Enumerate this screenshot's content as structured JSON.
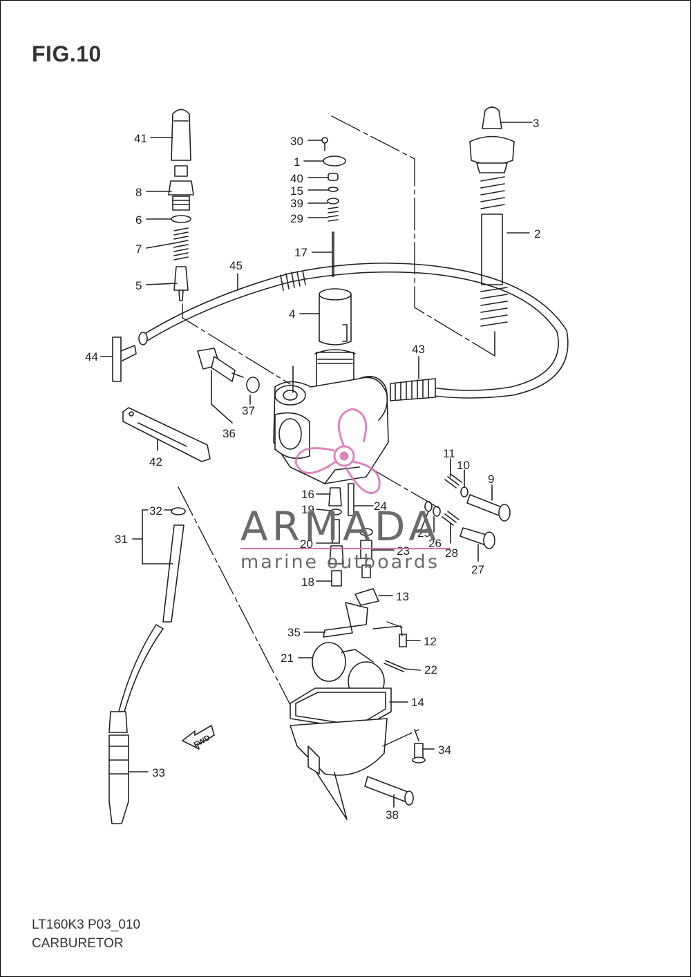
{
  "figure": {
    "title": "FIG.10"
  },
  "footer": {
    "code": "LT160K3 P03_010",
    "name": "CARBURETOR"
  },
  "watermark": {
    "brand": "ARMADA",
    "tagline": "marine outboards",
    "logo_color": "#d96fb3",
    "text_color": "#6b6b6b"
  },
  "fwd_label": "FWD",
  "callouts": {
    "c1": "1",
    "c2": "2",
    "c3": "3",
    "c4": "4",
    "c5": "5",
    "c6": "6",
    "c7": "7",
    "c8": "8",
    "c9": "9",
    "c10": "10",
    "c11": "11",
    "c12": "12",
    "c13": "13",
    "c14": "14",
    "c15": "15",
    "c16": "16",
    "c17": "17",
    "c18": "18",
    "c19": "19",
    "c20": "20",
    "c21": "21",
    "c22": "22",
    "c23": "23",
    "c24": "24",
    "c25": "25",
    "c26": "26",
    "c27": "27",
    "c28": "28",
    "c29": "29",
    "c30": "30",
    "c31": "31",
    "c32": "32",
    "c33": "33",
    "c34": "34",
    "c35": "35",
    "c36": "36",
    "c37": "37",
    "c38": "38",
    "c39": "39",
    "c40": "40",
    "c41": "41",
    "c42": "42",
    "c43": "43",
    "c44": "44",
    "c45": "45"
  }
}
